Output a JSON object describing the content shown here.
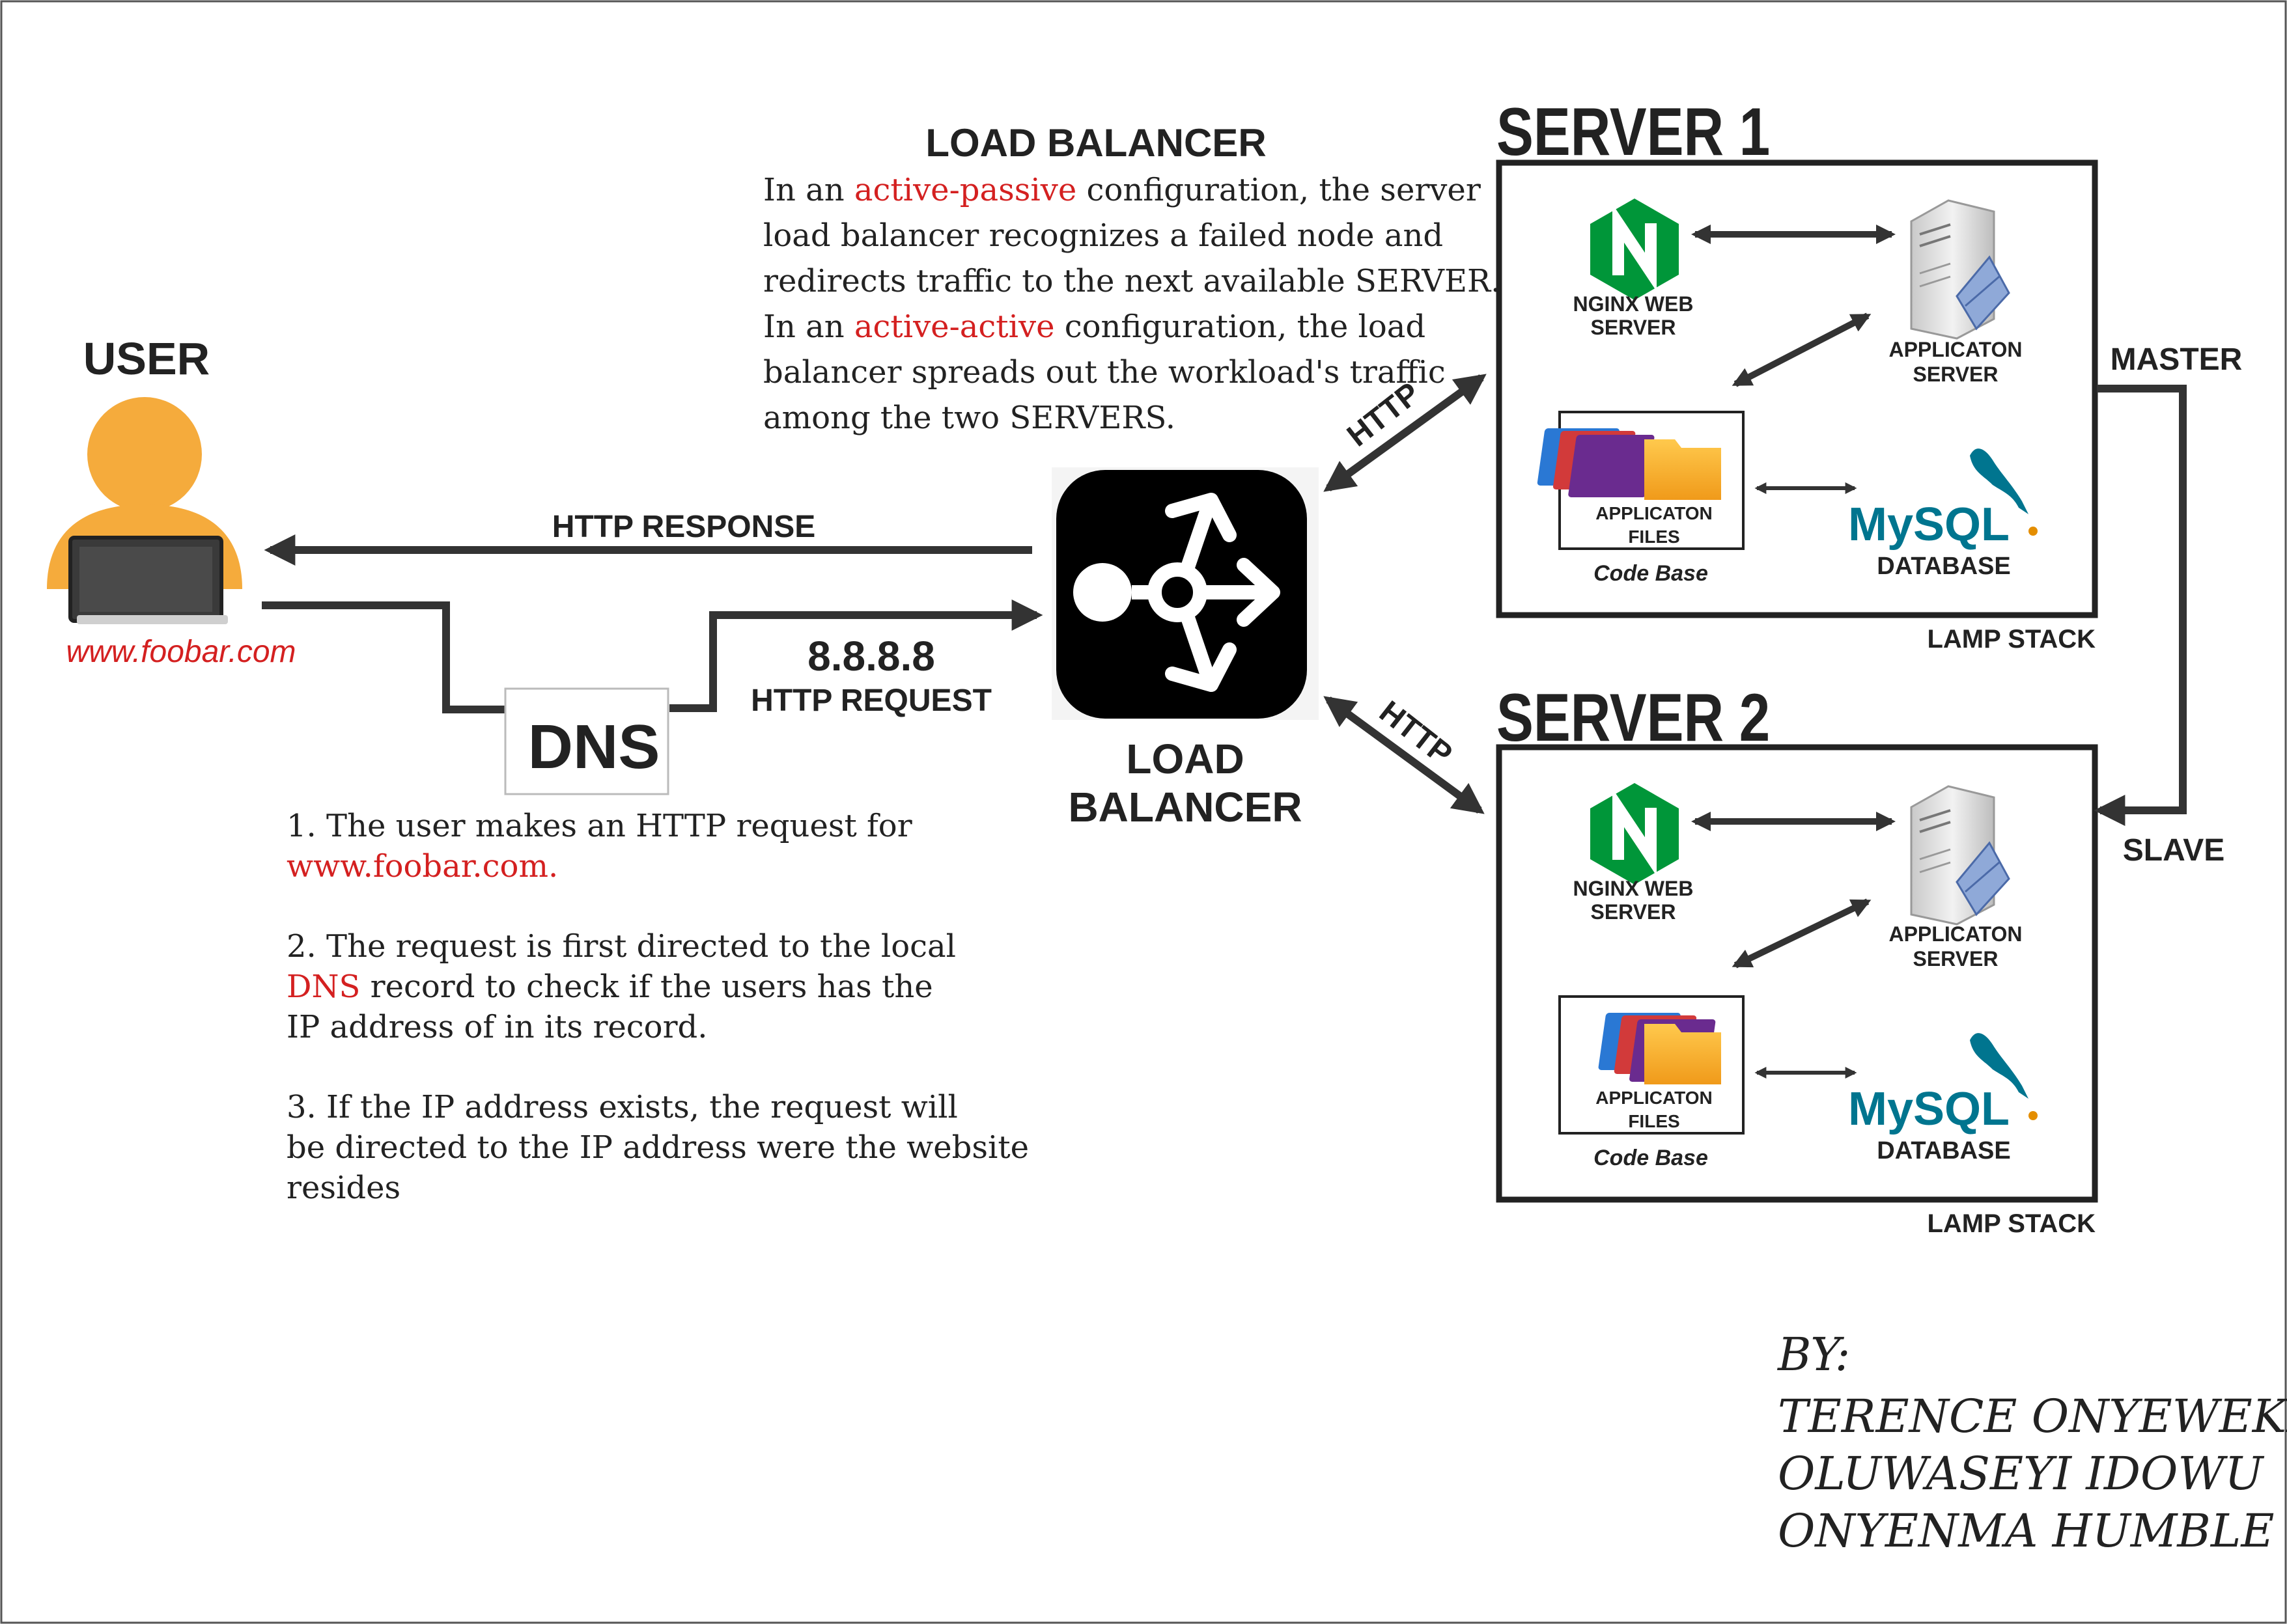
{
  "colors": {
    "line": "#333333",
    "accent_red": "#d42020",
    "user_orange": "#f5ab3c",
    "nginx_green": "#009639",
    "mysql_blue": "#00758f",
    "mysql_orange": "#e48e00",
    "lb_tile": "#000000"
  },
  "lb_text": {
    "heading": "LOAD BALANCER",
    "line1_pre": "In an ",
    "line1_hl": "active-passive",
    "line1_post": " configuration, the server",
    "line2": "load balancer recognizes a failed node and",
    "line3": "redirects traffic to the next available SERVER.",
    "line4_pre": "In an ",
    "line4_hl": "active-active",
    "line4_post": " configuration, the load",
    "line5": "balancer spreads out the workload's traffic",
    "line6": "among the two SERVERS."
  },
  "user": {
    "label": "USER",
    "url": "www.foobar.com",
    "icon": "user-laptop-icon"
  },
  "flow": {
    "response_label": "HTTP RESPONSE",
    "ip": "8.8.8.8",
    "request_label": "HTTP REQUEST",
    "dns_label": "DNS",
    "http_top": "HTTP",
    "http_bottom": "HTTP"
  },
  "load_balancer": {
    "label_line1": "LOAD",
    "label_line2": "BALANCER",
    "icon": "load-balancer-icon"
  },
  "steps": {
    "s1_line1": "1. The user makes an HTTP request for",
    "s1_line2": "www.foobar.com.",
    "s2_line1": "2. The request is first directed to the local",
    "s2_line2_hl": "DNS",
    "s2_line2_post": " record to check if the users has the",
    "s2_line3": "IP address of in its  record.",
    "s3_line1": "3. If the IP address exists, the request will",
    "s3_line2": "be directed to the IP address were the website",
    "s3_line3": "resides"
  },
  "servers": [
    {
      "title": "SERVER 1",
      "nginx_line1": "NGINX WEB",
      "nginx_line2": "SERVER",
      "app_line1": "APPLICATON",
      "app_line2": "SERVER",
      "files_line1": "APPLICATON",
      "files_line2": "FILES",
      "code_base": "Code Base",
      "database": "DATABASE",
      "mysql_logo": "MySQL",
      "stack": "LAMP STACK"
    },
    {
      "title": "SERVER 2",
      "nginx_line1": "NGINX WEB",
      "nginx_line2": "SERVER",
      "app_line1": "APPLICATON",
      "app_line2": "SERVER",
      "files_line1": "APPLICATON",
      "files_line2": "FILES",
      "code_base": "Code Base",
      "database": "DATABASE",
      "mysql_logo": "MySQL",
      "stack": "LAMP STACK"
    }
  ],
  "replication": {
    "master": "MASTER",
    "slave": "SLAVE"
  },
  "credits": {
    "by": "BY:",
    "name1": "TERENCE ONYEWEKE",
    "name2": "OLUWASEYI IDOWU",
    "name3": "ONYENMA HUMBLE"
  }
}
